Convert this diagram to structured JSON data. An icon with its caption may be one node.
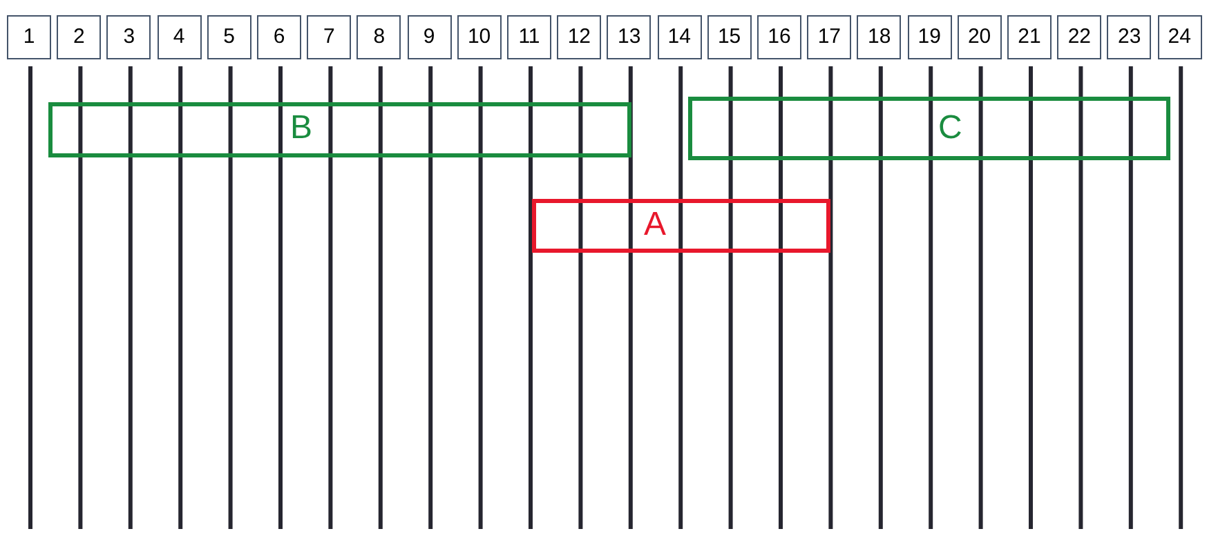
{
  "diagram": {
    "nodes": [
      {
        "text": [
          "1"
        ]
      },
      {
        "text": [
          "2"
        ]
      },
      {
        "text": [
          "3"
        ]
      },
      {
        "text": [
          "4"
        ]
      },
      {
        "text": [
          "5"
        ]
      },
      {
        "text": [
          "6"
        ]
      },
      {
        "text": [
          "7"
        ]
      },
      {
        "text": [
          "8"
        ]
      },
      {
        "text": [
          "9"
        ]
      },
      {
        "text": [
          "10"
        ]
      },
      {
        "text": [
          "11"
        ]
      },
      {
        "text": [
          "12"
        ]
      },
      {
        "text": [
          "13"
        ]
      },
      {
        "text": [
          "14"
        ]
      },
      {
        "text": [
          "15"
        ]
      },
      {
        "text": [
          "16"
        ]
      },
      {
        "text": [
          "17"
        ]
      },
      {
        "text": [
          "18"
        ]
      },
      {
        "text": [
          "19"
        ]
      },
      {
        "text": [
          "20"
        ]
      },
      {
        "text": [
          "21"
        ]
      },
      {
        "text": [
          "22"
        ]
      },
      {
        "text": [
          "23"
        ]
      },
      {
        "text": [
          "24"
        ]
      },
      {
        "text": [
          "B"
        ]
      },
      {
        "text": [
          "C"
        ]
      },
      {
        "text": [
          "A"
        ]
      }
    ],
    "edges": [
      {
        "from": 0,
        "to": null,
        "arrow": "none"
      },
      {
        "from": 1,
        "to": null,
        "arrow": "none"
      },
      {
        "from": 2,
        "to": null,
        "arrow": "none"
      },
      {
        "from": 3,
        "to": null,
        "arrow": "none"
      },
      {
        "from": 4,
        "to": null,
        "arrow": "none"
      },
      {
        "from": 5,
        "to": null,
        "arrow": "none"
      },
      {
        "from": 6,
        "to": null,
        "arrow": "none"
      },
      {
        "from": 7,
        "to": null,
        "arrow": "none"
      },
      {
        "from": 8,
        "to": null,
        "arrow": "none"
      },
      {
        "from": 9,
        "to": null,
        "arrow": "none"
      },
      {
        "from": 10,
        "to": null,
        "arrow": "none"
      },
      {
        "from": 11,
        "to": null,
        "arrow": "none"
      },
      {
        "from": 12,
        "to": null,
        "arrow": "none"
      },
      {
        "from": 13,
        "to": null,
        "arrow": "none"
      },
      {
        "from": 14,
        "to": null,
        "arrow": "none"
      },
      {
        "from": 15,
        "to": null,
        "arrow": "none"
      },
      {
        "from": 16,
        "to": null,
        "arrow": "none"
      },
      {
        "from": 17,
        "to": null,
        "arrow": "none"
      },
      {
        "from": 18,
        "to": null,
        "arrow": "none"
      },
      {
        "from": 19,
        "to": null,
        "arrow": "none"
      },
      {
        "from": 20,
        "to": null,
        "arrow": "none"
      },
      {
        "from": 21,
        "to": null,
        "arrow": "none"
      },
      {
        "from": 22,
        "to": null,
        "arrow": "none"
      },
      {
        "from": 23,
        "to": null,
        "arrow": "none"
      }
    ]
  }
}
